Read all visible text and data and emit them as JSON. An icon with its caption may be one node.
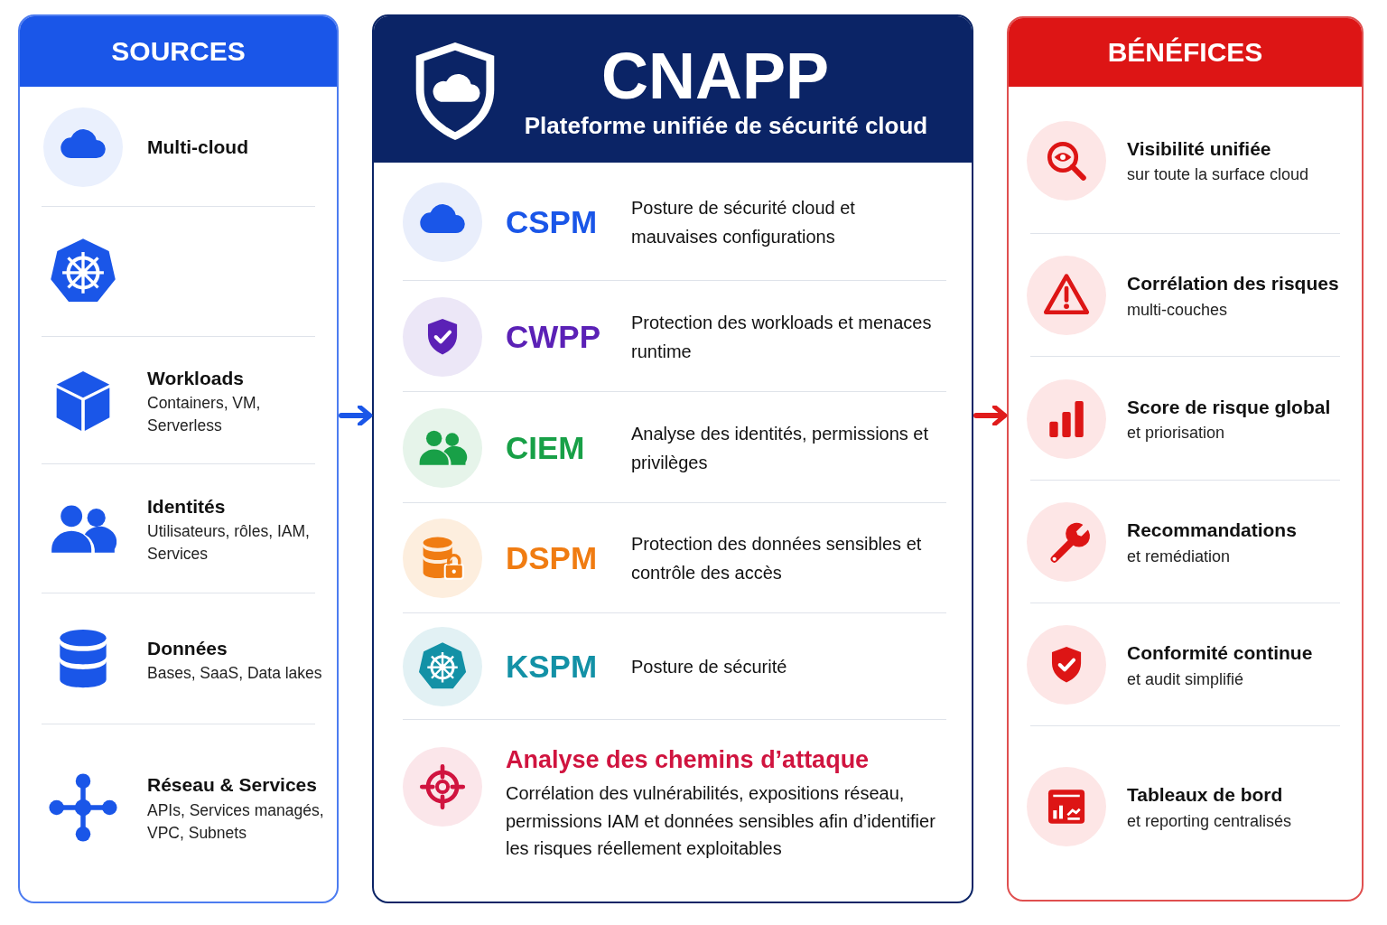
{
  "diagram": {
    "nodes": [
      {
        "text": [
          "SOURCES"
        ]
      },
      {
        "text": [
          "Multi-cloud"
        ],
        "in": 0
      },
      {
        "text": [],
        "shape": "picture",
        "in": 0
      },
      {
        "text": [
          "Workloads",
          "Containers, VM, Serverless"
        ],
        "in": 0
      },
      {
        "text": [
          "Identités",
          "Utilisateurs, rôles, IAM, Services"
        ],
        "in": 0
      },
      {
        "text": [
          "Données",
          "Bases, SaaS, Data lakes"
        ],
        "in": 0
      },
      {
        "text": [
          "Réseau & Services",
          "APIs, Services managés, VPC, Subnets"
        ],
        "in": 0
      },
      {
        "text": [
          "CNAPP",
          "Plateforme unifiée de sécurité cloud"
        ]
      },
      {
        "text": [
          "CSPM",
          "Posture de sécurité cloud et mauvaises configurations"
        ],
        "in": 7
      },
      {
        "text": [
          "CWPP",
          "Protection des workloads et menaces runtime"
        ],
        "in": 7
      },
      {
        "text": [
          "CIEM",
          "Analyse des identités, permissions et privilèges"
        ],
        "in": 7
      },
      {
        "text": [
          "DSPM",
          "Protection des données sensibles et contrôle des accès"
        ],
        "in": 7
      },
      {
        "text": [
          "KSPM",
          "Posture de sécurité"
        ],
        "in": 7
      },
      {
        "text": [
          "Analyse des chemins d’attaque",
          "Corrélation des vulnérabilités, expositions réseau, permissions IAM et données sensibles afin d’identifier les risques réellement exploitables"
        ],
        "in": 7
      },
      {
        "text": [
          "BÉNÉFICES"
        ]
      },
      {
        "text": [
          "Visibilité unifiée",
          "sur toute la surface cloud"
        ],
        "in": 14
      },
      {
        "text": [
          "Corrélation des risques",
          "multi-couches"
        ],
        "in": 14
      },
      {
        "text": [
          "Score de risque global",
          "et priorisation"
        ],
        "in": 14
      },
      {
        "text": [
          "Recommandations",
          "et remédiation"
        ],
        "in": 14
      },
      {
        "text": [
          "Conformité continue",
          "et audit simplifié"
        ],
        "in": 14
      },
      {
        "text": [
          "Tableaux de bord",
          "et reporting centralisés"
        ],
        "in": 14
      }
    ],
    "edges": [
      {
        "from": 0,
        "to": 7,
        "arrow": "to",
        "color": "#1a56e8"
      },
      {
        "from": 7,
        "to": 14,
        "arrow": "to",
        "color": "#e01b1b"
      }
    ]
  }
}
